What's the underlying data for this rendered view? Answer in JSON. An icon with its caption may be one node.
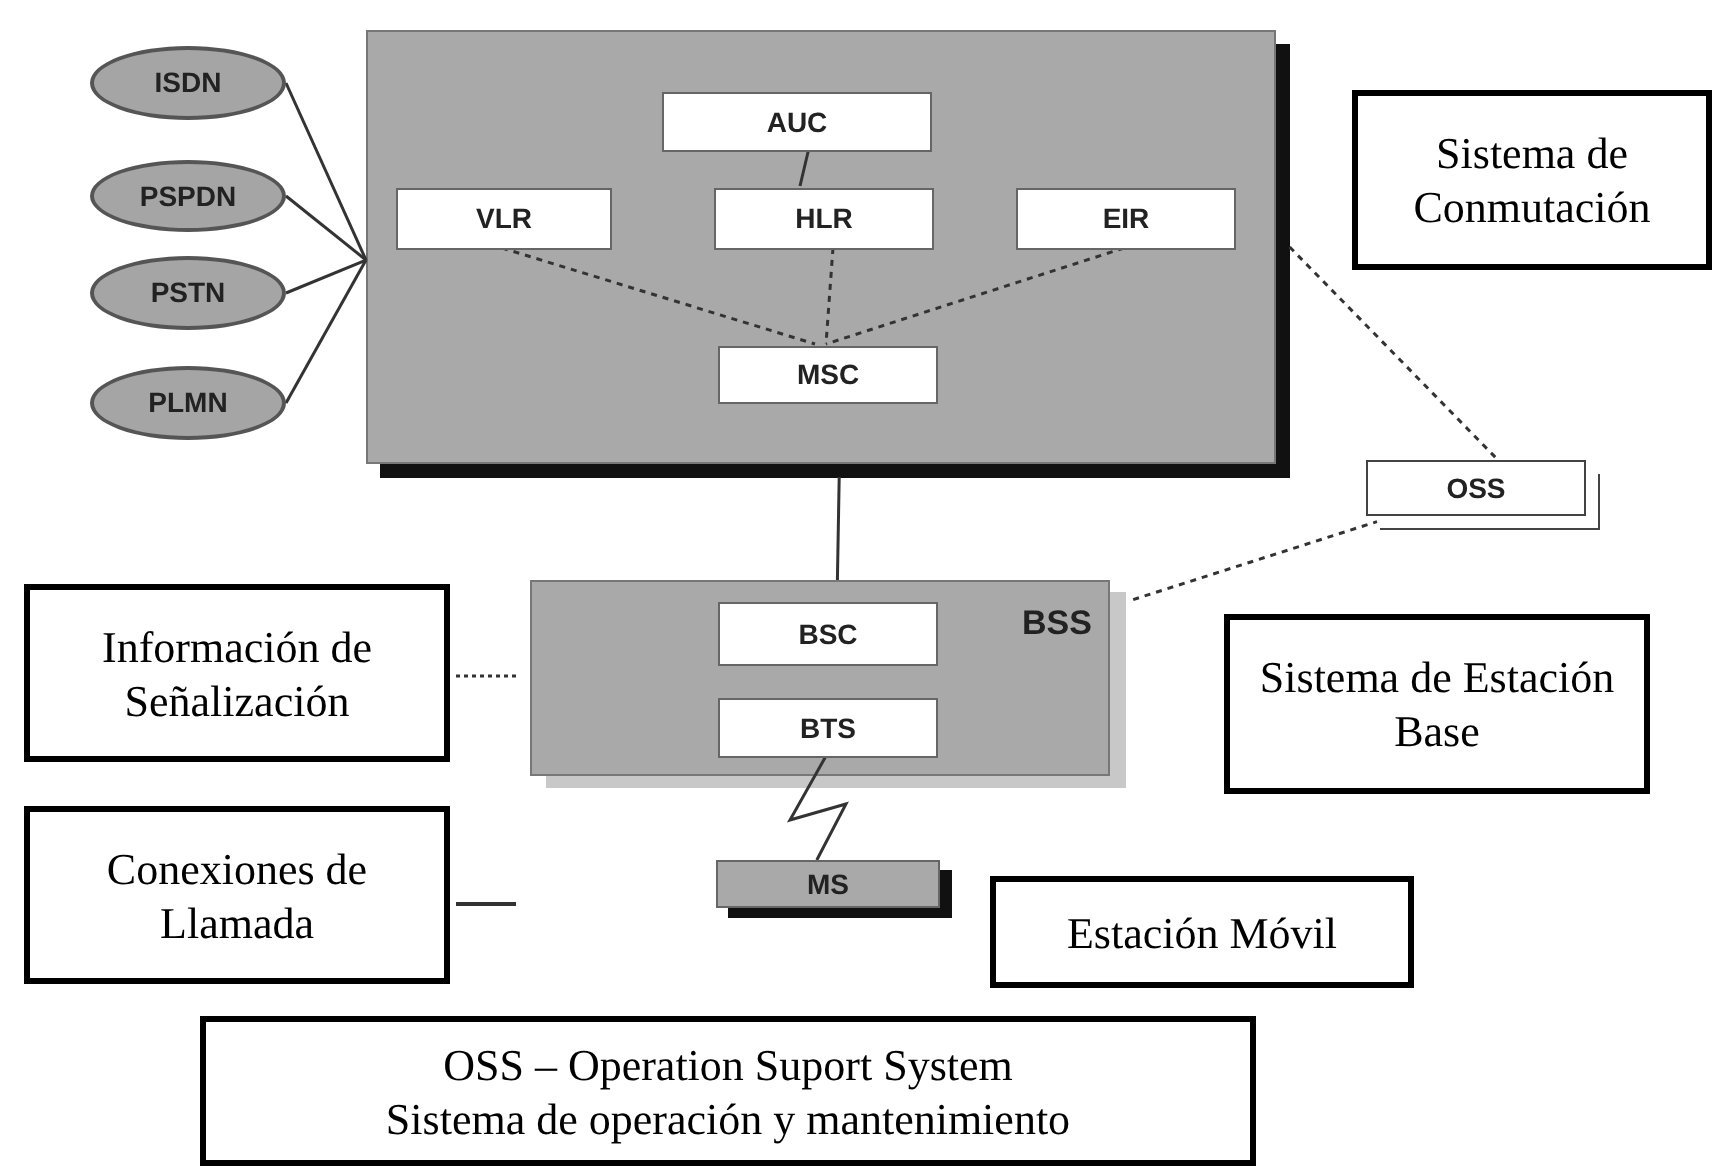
{
  "diagram": {
    "nodes": [
      {
        "text": [],
        "shape": "box"
      },
      {
        "text": [
          "AUC"
        ],
        "in": 0
      },
      {
        "text": [
          "VLR"
        ],
        "in": 0
      },
      {
        "text": [
          "HLR"
        ],
        "in": 0
      },
      {
        "text": [
          "EIR"
        ],
        "in": 0
      },
      {
        "text": [
          "MSC"
        ],
        "in": 0
      },
      {
        "text": [
          "ISDN"
        ]
      },
      {
        "text": [
          "PSPDN"
        ]
      },
      {
        "text": [
          "PSTN"
        ]
      },
      {
        "text": [
          "PLMN"
        ]
      },
      {
        "text": [
          "OSS"
        ]
      },
      {
        "text": [
          "BSS"
        ]
      },
      {
        "text": [
          "BSC"
        ],
        "in": 11
      },
      {
        "text": [
          "BTS"
        ],
        "in": 11
      },
      {
        "text": [
          "MS"
        ]
      },
      {
        "text": [
          "Sistema de Conmutación"
        ]
      },
      {
        "text": [
          "Sistema de Estación Base"
        ]
      },
      {
        "text": [
          "Estación Móvil"
        ]
      },
      {
        "text": [
          "OSS – Operation Suport System",
          "Sistema de operación y mantenimiento"
        ]
      }
    ],
    "edges": [
      {
        "from": 6,
        "to": 0,
        "arrow": "none"
      },
      {
        "from": 7,
        "to": 0,
        "arrow": "none"
      },
      {
        "from": 8,
        "to": 0,
        "arrow": "none"
      },
      {
        "from": 9,
        "to": 0,
        "arrow": "none"
      },
      {
        "from": 1,
        "to": 3,
        "arrow": "none"
      },
      {
        "from": 3,
        "to": 5,
        "arrow": "none",
        "style": "dashed"
      },
      {
        "from": 2,
        "to": 5,
        "arrow": "none",
        "style": "dashed"
      },
      {
        "from": 4,
        "to": 5,
        "arrow": "none",
        "style": "dashed"
      },
      {
        "from": 0,
        "to": 11,
        "arrow": "none"
      },
      {
        "from": 0,
        "to": 10,
        "arrow": "none",
        "style": "dashed"
      },
      {
        "from": 11,
        "to": 10,
        "arrow": "none",
        "style": "dashed"
      },
      {
        "from": 13,
        "to": 14,
        "arrow": "none"
      }
    ],
    "legend": [
      {
        "text": "Información de Señalización"
      },
      {
        "text": "Conexiones de Llamada"
      }
    ]
  }
}
